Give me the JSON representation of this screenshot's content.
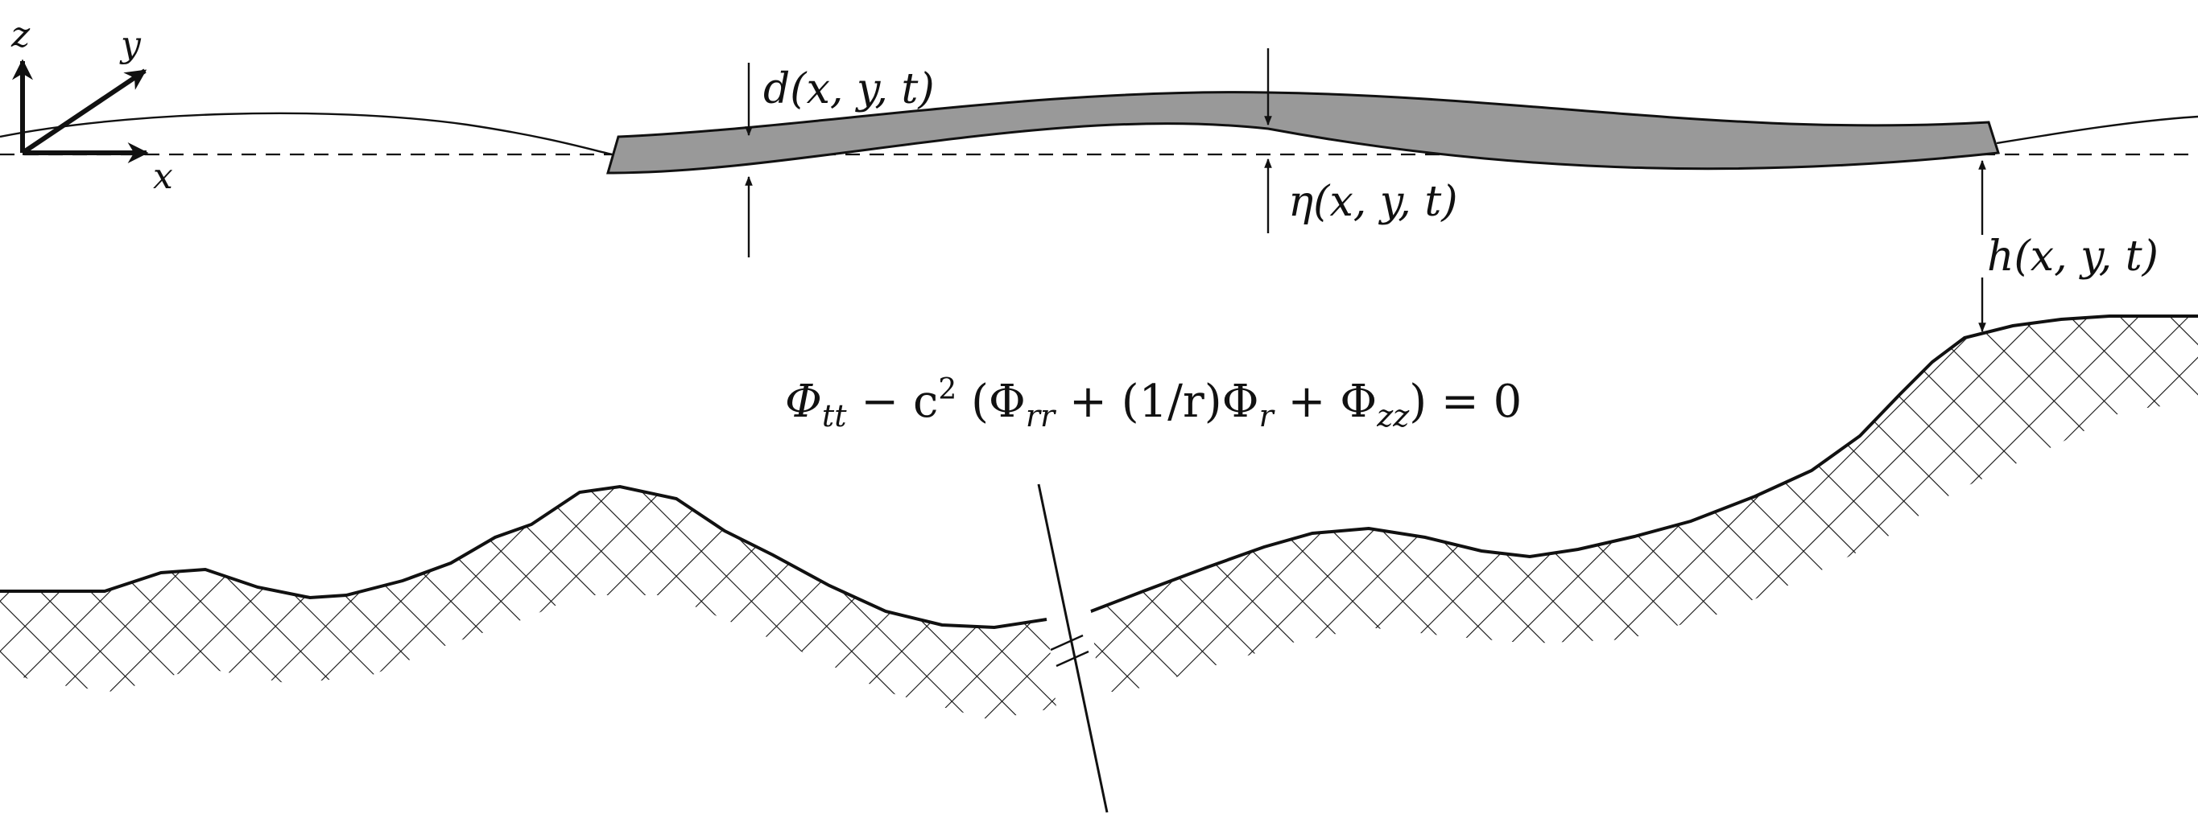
{
  "colors": {
    "ink": "#111111",
    "plate": "#999999",
    "background": "#ffffff"
  },
  "axes": {
    "z": "z",
    "y": "y",
    "x": "x"
  },
  "labels": {
    "thickness": "d(x, y, t)",
    "elevation": "η(x, y, t)",
    "depth": "h(x, y, t)"
  },
  "equation": {
    "phi1": "Φ",
    "sub_tt": "tt",
    "minus": " − c",
    "sup2": "2",
    "open": " (Φ",
    "sub_rr": "rr",
    "mid": " + (1/r)Φ",
    "sub_r": "r",
    "plus": " + Φ",
    "sub_zz": "zz",
    "close": ") = 0"
  }
}
